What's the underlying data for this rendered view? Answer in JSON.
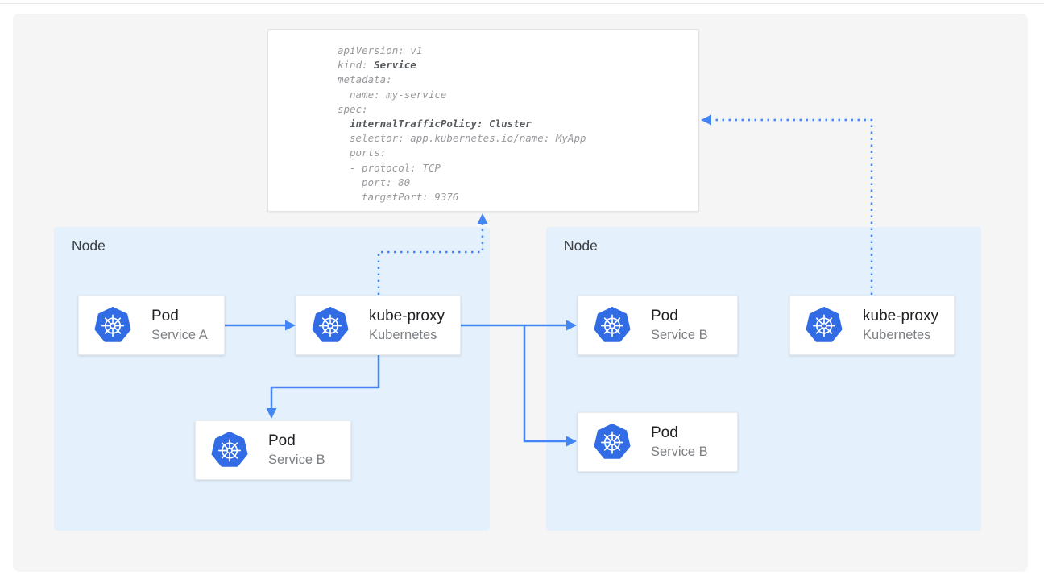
{
  "yaml_panel": {
    "lines": [
      {
        "indent": 0,
        "parts": [
          {
            "t": "apiVersion: v1",
            "b": false
          }
        ]
      },
      {
        "indent": 0,
        "parts": [
          {
            "t": "kind: ",
            "b": false
          },
          {
            "t": "Service",
            "b": true
          }
        ]
      },
      {
        "indent": 0,
        "parts": [
          {
            "t": "metadata:",
            "b": false
          }
        ]
      },
      {
        "indent": 1,
        "parts": [
          {
            "t": "name: my-service",
            "b": false
          }
        ]
      },
      {
        "indent": 0,
        "parts": [
          {
            "t": "spec:",
            "b": false
          }
        ]
      },
      {
        "indent": 1,
        "parts": [
          {
            "t": "internalTrafficPolicy: Cluster",
            "b": true
          }
        ]
      },
      {
        "indent": 1,
        "parts": [
          {
            "t": "selector: app.kubernetes.io/name: MyApp",
            "b": false
          }
        ]
      },
      {
        "indent": 1,
        "parts": [
          {
            "t": "ports:",
            "b": false
          }
        ]
      },
      {
        "indent": 1,
        "parts": [
          {
            "t": "- protocol: TCP",
            "b": false
          }
        ]
      },
      {
        "indent": 2,
        "parts": [
          {
            "t": "port: 80",
            "b": false
          }
        ]
      },
      {
        "indent": 2,
        "parts": [
          {
            "t": "targetPort: 9376",
            "b": false
          }
        ]
      }
    ]
  },
  "nodes": {
    "left": {
      "label": "Node"
    },
    "right": {
      "label": "Node"
    }
  },
  "cards": {
    "pod_a": {
      "title": "Pod",
      "subtitle": "Service A"
    },
    "kube_proxy_left": {
      "title": "kube-proxy",
      "subtitle": "Kubernetes"
    },
    "pod_b_left": {
      "title": "Pod",
      "subtitle": "Service B"
    },
    "pod_b_right_top": {
      "title": "Pod",
      "subtitle": "Service B"
    },
    "pod_b_right_bottom": {
      "title": "Pod",
      "subtitle": "Service B"
    },
    "kube_proxy_right": {
      "title": "kube-proxy",
      "subtitle": "Kubernetes"
    }
  },
  "icons": {
    "kubernetes": "kubernetes-helm-logo"
  },
  "colors": {
    "arrow": "#4285f4",
    "k8s_blue": "#326ce5",
    "node_bg": "#e4f1fc",
    "canvas_bg": "#f5f5f6"
  }
}
